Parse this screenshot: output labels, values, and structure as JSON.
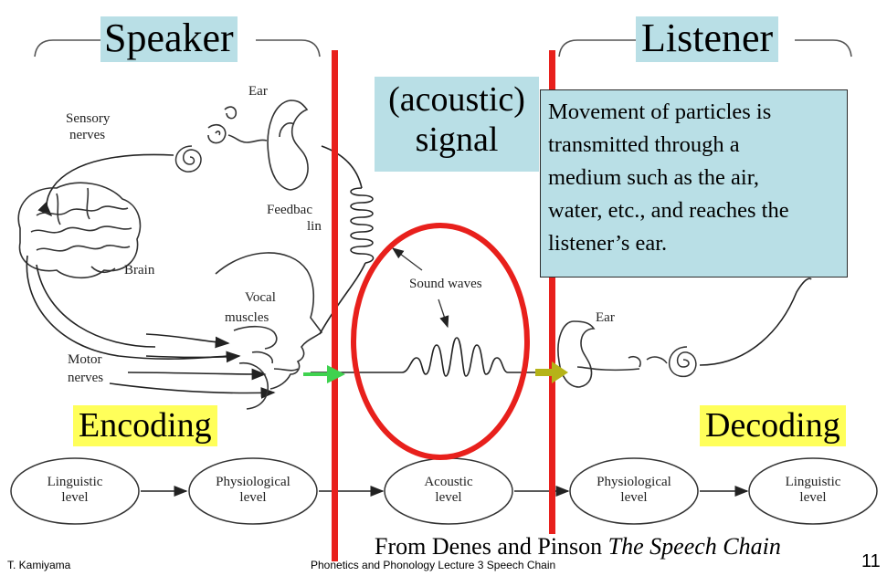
{
  "titles": {
    "speaker": "Speaker",
    "listener": "Listener",
    "signal_line1": "(acoustic)",
    "signal_line2": "signal",
    "encoding": "Encoding",
    "decoding": "Decoding"
  },
  "note": {
    "lines": [
      "Movement of particles is",
      "transmitted through a",
      "medium such as the air,",
      "water, etc., and reaches the",
      "listener’s ear."
    ]
  },
  "figure_labels": {
    "ear_speaker": "Ear",
    "sensory_line1": "Sensory",
    "sensory_line2": "nerves",
    "feedback_line1": "Feedbac",
    "feedback_line2": "lin",
    "brain": "Brain",
    "vocal_line1": "Vocal",
    "vocal_line2": "muscles",
    "motor_line1": "Motor",
    "motor_line2": "nerves",
    "sound_waves": "Sound waves",
    "ear_listener": "Ear"
  },
  "levels": [
    {
      "line1": "Linguistic",
      "line2": "level"
    },
    {
      "line1": "Physiological",
      "line2": "level"
    },
    {
      "line1": "Acoustic",
      "line2": "level"
    },
    {
      "line1": "Physiological",
      "line2": "level"
    },
    {
      "line1": "Linguistic",
      "line2": "level"
    }
  ],
  "source": {
    "prefix": "From Denes and Pinson ",
    "title": "The Speech Chain"
  },
  "footer": {
    "author": "T. Kamiyama",
    "lecture": "Phonetics and Phonology Lecture 3  Speech Chain",
    "page": "11"
  },
  "colors": {
    "divider_red": "#e8201c",
    "ellipse_red": "#e8201c",
    "arrow_green": "#3fd24f",
    "arrow_olive": "#b5b318",
    "label_blue": "#b9dfe6",
    "label_yellow": "#ffff5a"
  }
}
